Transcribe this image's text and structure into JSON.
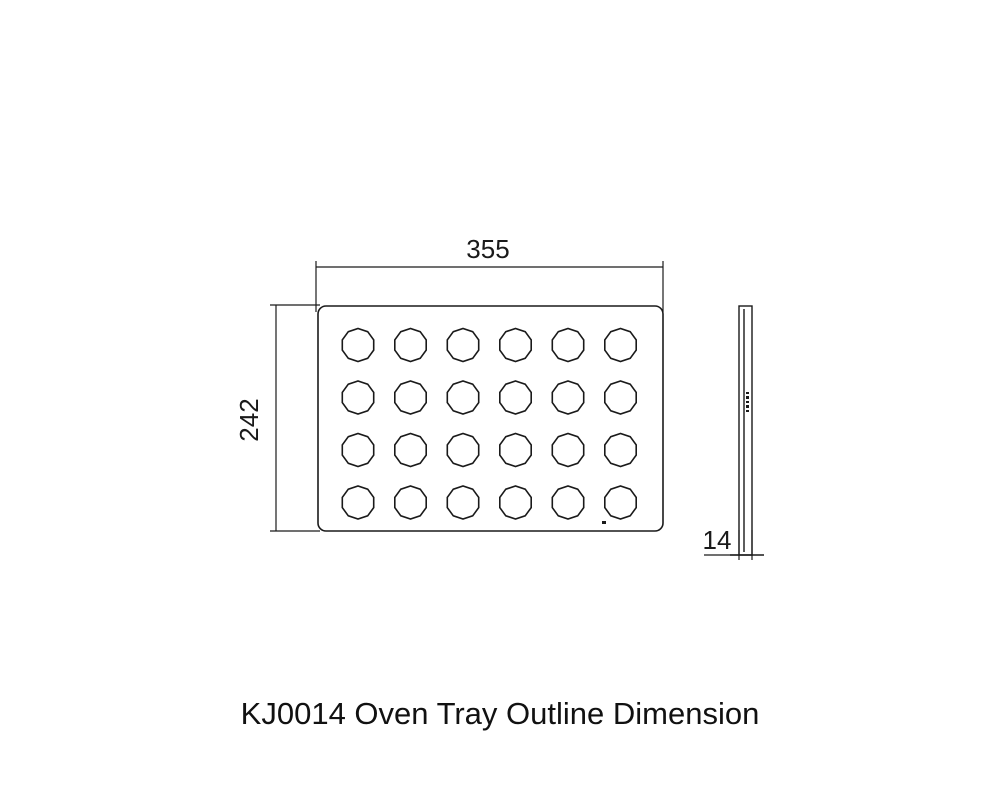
{
  "caption": "KJ0014 Oven Tray Outline Dimension",
  "dimensions": {
    "width": "355",
    "height": "242",
    "thickness": "14"
  },
  "tray": {
    "hole_rows": 4,
    "hole_columns": 6,
    "hole_shape": "decagon-icon"
  },
  "colors": {
    "line": "#1a1a1a",
    "background": "#ffffff"
  }
}
